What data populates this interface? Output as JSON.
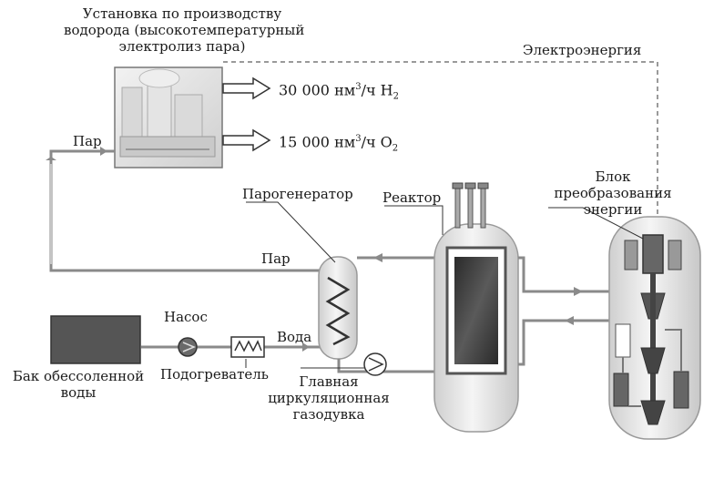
{
  "plant": {
    "title_line1": "Установка по производству",
    "title_line2": "водорода (высокотемпературный",
    "title_line3": "электролиз пара)"
  },
  "outputs": {
    "h2_value": "30 000 нм",
    "h2_exp": "3",
    "h2_unit": "/ч H",
    "h2_sub": "2",
    "o2_value": "15 000 нм",
    "o2_exp": "3",
    "o2_unit": "/ч O",
    "o2_sub": "2"
  },
  "labels": {
    "electricity": "Электроэнергия",
    "steam_top": "Пар",
    "steam_gen": "Парогенератор",
    "reactor": "Реактор",
    "conversion_line1": "Блок",
    "conversion_line2": "преобразования",
    "conversion_line3": "энергии",
    "steam_mid": "Пар",
    "pump": "Насос",
    "water": "Вода",
    "tank_line1": "Бак обессоленной",
    "tank_line2": "воды",
    "heater": "Подогреватель",
    "blower_line1": "Главная",
    "blower_line2": "циркуляционная",
    "blower_line3": "газодувка"
  },
  "colors": {
    "line": "#8a8a8a",
    "tank": "#555555",
    "reactor_core": "#3a3a3a",
    "vessel": "#e6e6e6"
  }
}
